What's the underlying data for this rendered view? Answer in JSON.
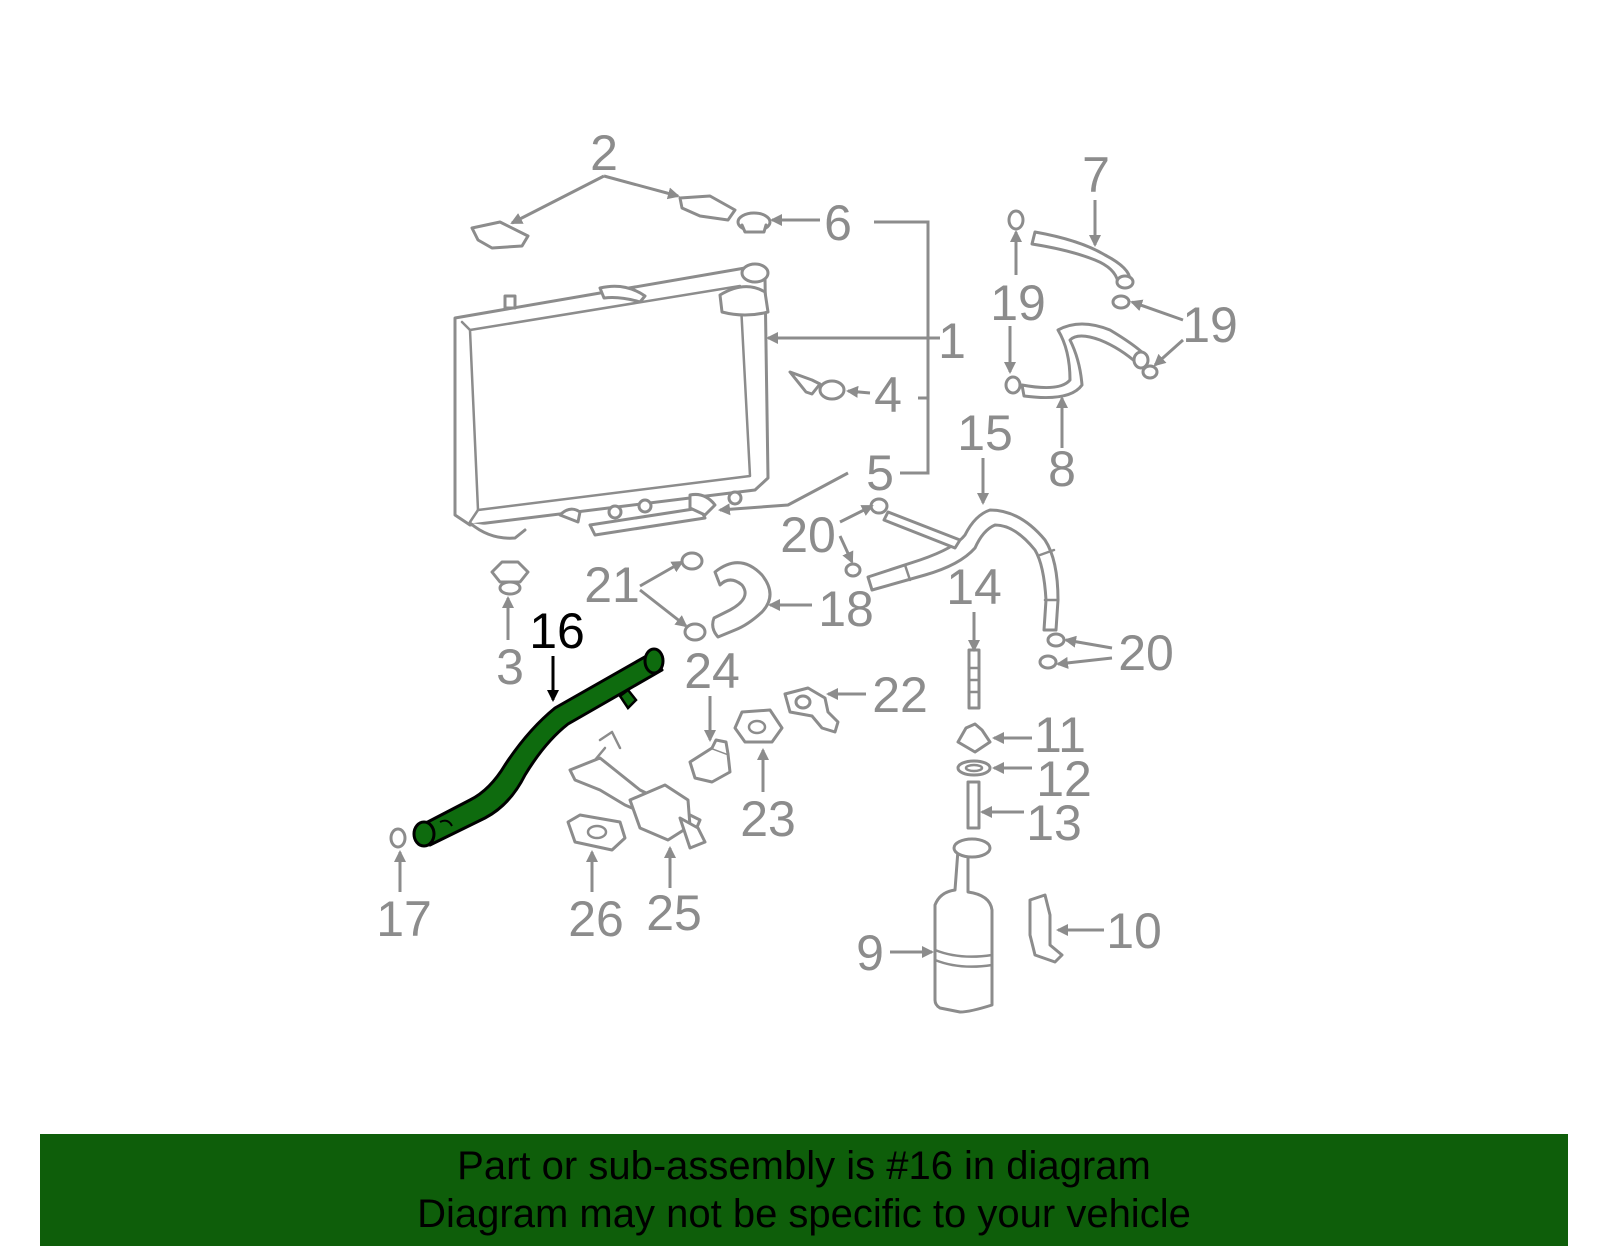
{
  "diagram": {
    "highlighted_part": "16",
    "highlight_color": "#0e6b0e",
    "part_line_color": "#8c8c8c",
    "callouts": {
      "p1": "1",
      "p2": "2",
      "p3": "3",
      "p4": "4",
      "p5": "5",
      "p6": "6",
      "p7": "7",
      "p8": "8",
      "p9": "9",
      "p10": "10",
      "p11": "11",
      "p12": "12",
      "p13": "13",
      "p14": "14",
      "p15": "15",
      "p16": "16",
      "p17": "17",
      "p18": "18",
      "p19a": "19",
      "p19b": "19",
      "p20a": "20",
      "p20b": "20",
      "p21": "21",
      "p22": "22",
      "p23": "23",
      "p24": "24",
      "p25": "25",
      "p26": "26"
    }
  },
  "banner": {
    "line1": "Part or sub-assembly is #16 in diagram",
    "line2": "Diagram may not be specific to your vehicle",
    "background": "#0e5e0a"
  }
}
